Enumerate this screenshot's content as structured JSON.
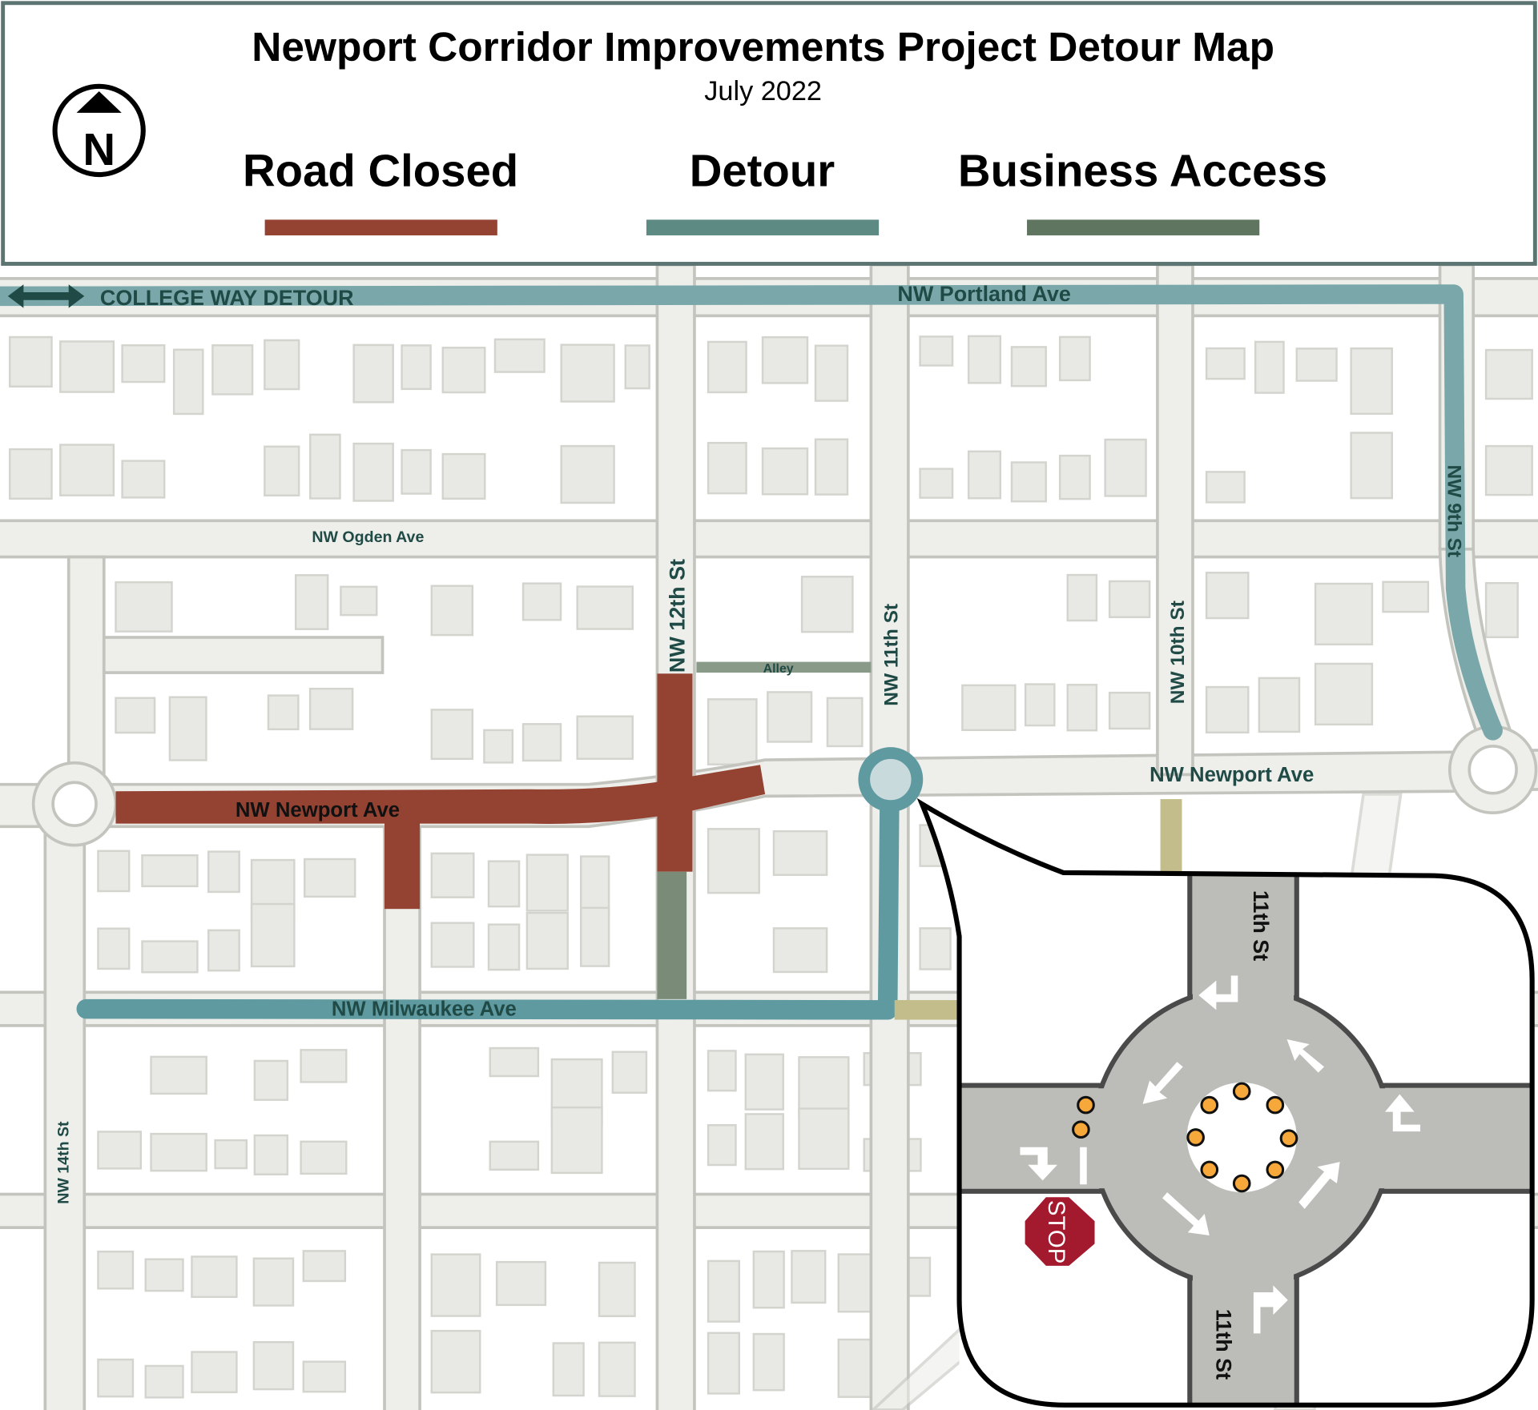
{
  "header": {
    "title": "Newport Corridor Improvements Project Detour Map",
    "subtitle": "July 2022",
    "north_arrow": {
      "icon": "north-arrow-icon",
      "label": "N"
    }
  },
  "legend": [
    {
      "label": "Road Closed",
      "color": "#944232"
    },
    {
      "label": "Detour",
      "color": "#5e8a84"
    },
    {
      "label": "Business Access",
      "color": "#5f7560"
    }
  ],
  "colors": {
    "road_closed": "#944232",
    "detour": "#5e9aa0",
    "detour_light": "#7aa8aa",
    "business_access": "#7a8c78",
    "business_access_tan": "#c2bd8a",
    "road": "#eeeeea",
    "road_edge": "#c4c4bf",
    "building": "#e8e8e4",
    "label": "#1f4a46"
  },
  "map": {
    "college_way": "COLLEGE WAY DETOUR",
    "streets": {
      "portland": "NW Portland Ave",
      "ogden": "NW Ogden Ave",
      "newport_west": "NW Newport Ave",
      "newport_east": "NW Newport Ave",
      "milwaukee": "NW Milwaukee Ave",
      "st12": "NW 12th St",
      "st11": "NW 11th St",
      "st10": "NW 10th St",
      "st9": "NW 9th St",
      "st14": "NW 14th St",
      "alley": "Alley"
    }
  },
  "inset": {
    "street_north": "11th St",
    "street_south": "11th St",
    "stop_sign": "STOP"
  }
}
